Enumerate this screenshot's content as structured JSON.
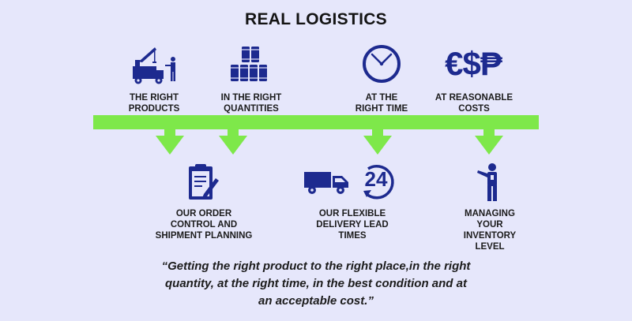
{
  "title": "REAL LOGISTICS",
  "colors": {
    "accent_blue": "#1d2a8f",
    "green": "#7ee84a",
    "background": "#e6e7fb"
  },
  "top_items": [
    {
      "label_lines": [
        "THE RIGHT",
        "PRODUCTS"
      ],
      "icon": "crane-truck-icon"
    },
    {
      "label_lines": [
        "IN THE RIGHT",
        "QUANTITIES"
      ],
      "icon": "containers-icon"
    },
    {
      "label_lines": [
        "AT THE",
        "RIGHT TIME"
      ],
      "icon": "clock-icon"
    },
    {
      "label_lines": [
        "AT REASONABLE",
        "COSTS"
      ],
      "icon": "currency-icon",
      "currency_symbols": "€$₱"
    }
  ],
  "bottom_items": [
    {
      "label_lines": [
        "OUR ORDER",
        "CONTROL AND",
        "SHIPMENT PLANNING"
      ],
      "icon": "clipboard-icon"
    },
    {
      "label_lines": [
        "OUR FLEXIBLE",
        "DELIVERY LEAD",
        "TIMES"
      ],
      "icon": "delivery-24-icon",
      "icon_text": "24"
    },
    {
      "label_lines": [
        "MANAGING",
        "YOUR",
        "INVENTORY",
        "LEVEL"
      ],
      "icon": "pointing-person-icon"
    }
  ],
  "quote_lines": [
    "“Getting the right product to the right place,in the right",
    "quantity, at the right time, in the best condition and at",
    "an acceptable cost.”"
  ]
}
